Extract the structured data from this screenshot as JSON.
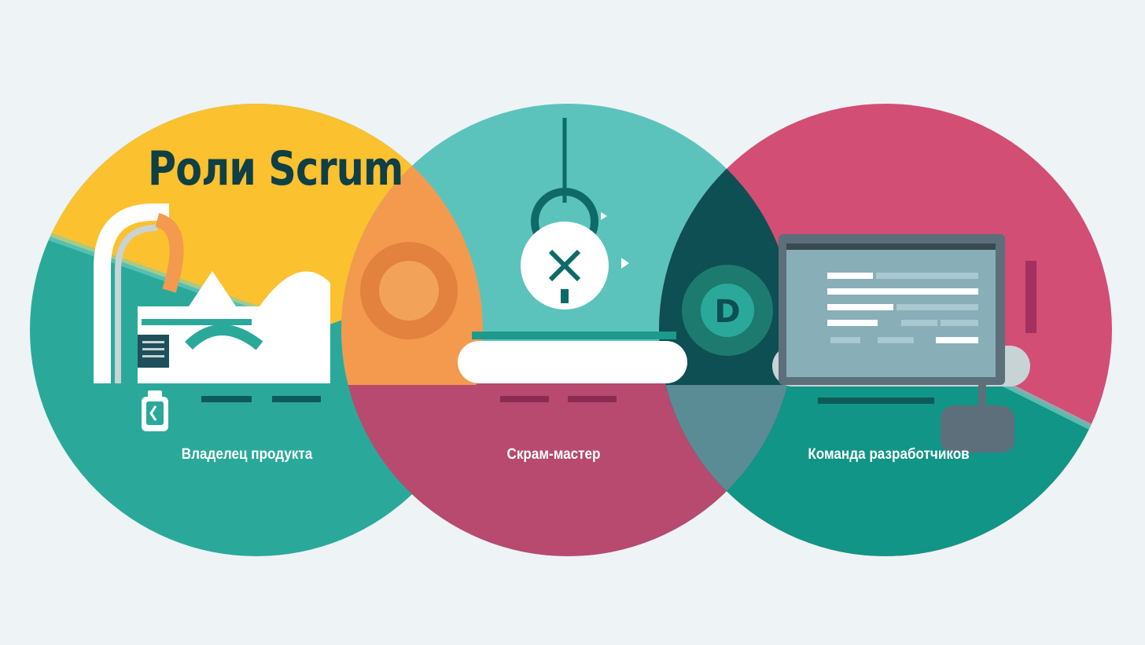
{
  "title": "Роли Scrum",
  "roles": [
    {
      "label": "Владелец продукта"
    },
    {
      "label": "Скрам-мастер"
    },
    {
      "label": "Команда разработчиков"
    }
  ],
  "icons": {
    "left": "product-owner-illustration",
    "center": "scrum-master-illustration",
    "right": "developer-monitor-illustration"
  },
  "colors": {
    "background": "#eef3f6",
    "yellow": "#fbc12f",
    "teal": "#2aa99b",
    "aqua": "#5cc3bc",
    "magenta": "#d34e74",
    "orange_overlap": "#f39a4f",
    "dark_overlap": "#0d4f52",
    "title": "#103f45"
  }
}
